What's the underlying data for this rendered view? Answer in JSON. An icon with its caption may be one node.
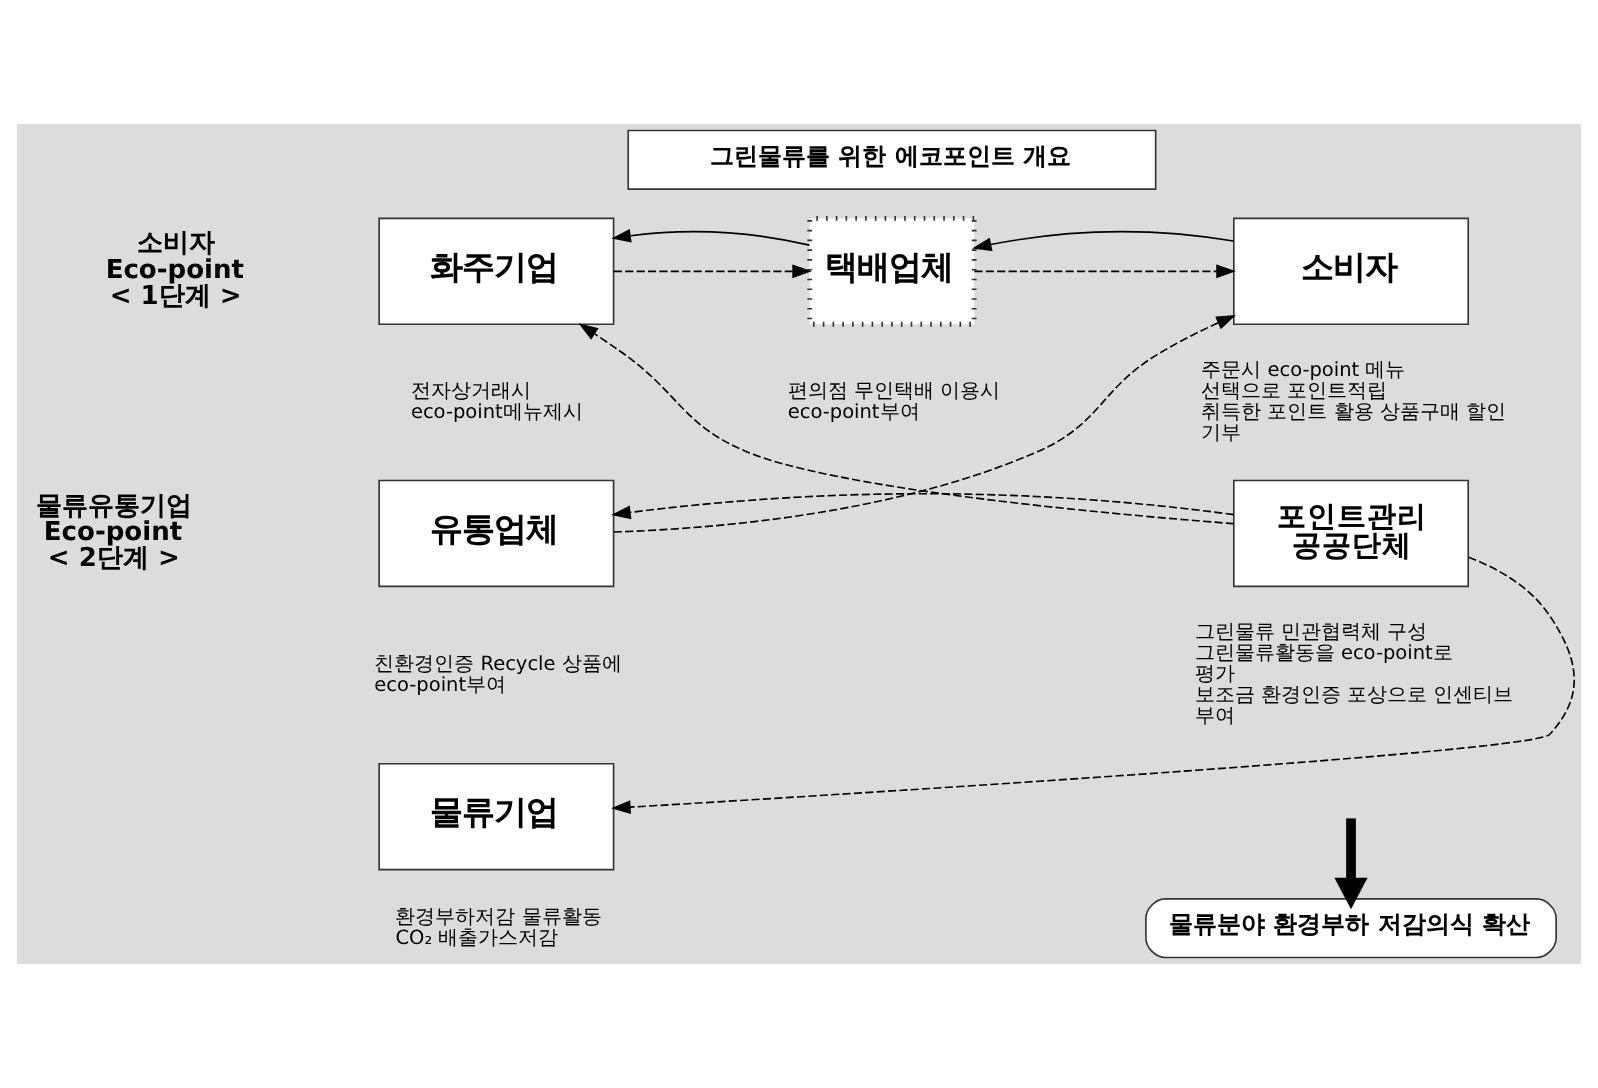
{
  "diagram": {
    "nodes": [
      {
        "text": [
          "그린물류를 위한 에코포인트 개요"
        ]
      },
      {
        "text": [
          "화주기업"
        ],
        "beside": [
          "전자상거래시 eco-point메뉴제시"
        ]
      },
      {
        "text": [
          "택배업체"
        ],
        "beside": [
          "편의점 무인택배 이용시 eco-point부여"
        ]
      },
      {
        "text": [
          "소비자"
        ],
        "beside": [
          "주문시 eco-point 메뉴",
          "선택으로 포인트적립",
          "취득한 포인트 활용 상품구매 할인 기부"
        ]
      },
      {
        "text": [
          "유통업체"
        ],
        "beside": [
          "친환경인증 Recycle 상품에 eco-point부여"
        ]
      },
      {
        "text": [
          "포인트관리 공공단체"
        ],
        "beside": [
          "그린물류 민관협력체 구성",
          "그린물류활동을 eco-point로 평가",
          "보조금 환경인증 포상으로 인센티브 부여"
        ]
      },
      {
        "text": [
          "물류기업"
        ],
        "beside": [
          "환경부하저감 물류활동",
          "CO₂ 배출가스저감"
        ]
      },
      {
        "text": [
          "물류분야 환경부하 저감의식 확산"
        ]
      }
    ],
    "edges": [
      {
        "from": 1,
        "to": 2,
        "arrow": "to",
        "style": "dashed"
      },
      {
        "from": 2,
        "to": 1,
        "arrow": "to"
      },
      {
        "from": 2,
        "to": 3,
        "arrow": "to",
        "style": "dashed"
      },
      {
        "from": 3,
        "to": 2,
        "arrow": "to"
      },
      {
        "from": 4,
        "to": 3,
        "arrow": "to",
        "style": "dashed"
      },
      {
        "from": 5,
        "to": 1,
        "arrow": "to",
        "style": "dashed"
      },
      {
        "from": 5,
        "to": 4,
        "arrow": "to",
        "style": "dashed"
      },
      {
        "from": 5,
        "to": 6,
        "arrow": "to",
        "style": "dashed"
      },
      {
        "from": null,
        "to": 7,
        "arrow": "to",
        "style": "thick"
      }
    ],
    "labels": [
      "소비자 Eco-point < 1단계 >",
      "물류유통기업 Eco-point < 2단계 >"
    ]
  }
}
